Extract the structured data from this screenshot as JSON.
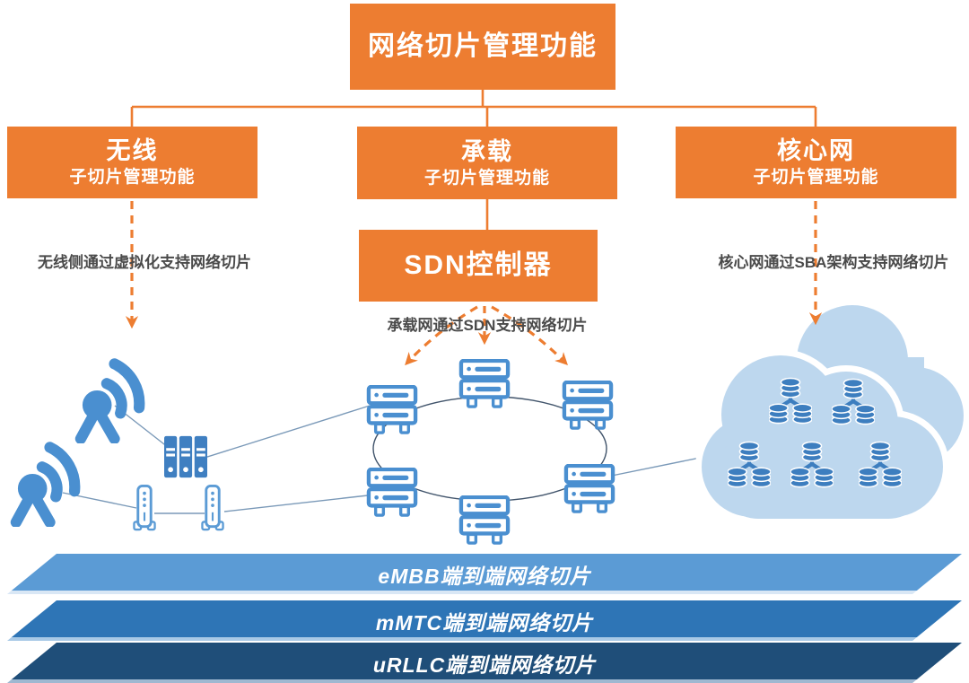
{
  "root": {
    "title": "网络切片管理功能"
  },
  "branches": [
    {
      "name": "无线",
      "subtitle": "子切片管理功能",
      "note": "无线侧通过虚拟化支持网络切片"
    },
    {
      "name": "承载",
      "subtitle": "子切片管理功能",
      "controller": "SDN控制器",
      "note": "承载网通过SDN支持网络切片"
    },
    {
      "name": "核心网",
      "subtitle": "子切片管理功能",
      "note": "核心网通过SBA架构支持网络切片"
    }
  ],
  "slices": [
    {
      "label": "eMBB端到端网络切片",
      "color": "#5B9BD5"
    },
    {
      "label": "mMTC端到端网络切片",
      "color": "#2E75B6"
    },
    {
      "label": "uRLLC端到端网络切片",
      "color": "#1F4E79"
    }
  ],
  "icons": {
    "wireless": [
      "antenna-icon",
      "antenna-icon",
      "binder-rack-icon",
      "tower-server-icon",
      "tower-server-icon"
    ],
    "bearer": [
      "server-icon",
      "server-icon",
      "server-icon",
      "server-icon",
      "server-icon",
      "server-icon",
      "ring-ellipse"
    ],
    "core": [
      "cloud-icon",
      "database-cluster-icon",
      "database-cluster-icon",
      "database-cluster-icon",
      "database-cluster-icon",
      "database-cluster-icon"
    ]
  },
  "colors": {
    "accent_orange": "#ED7D31",
    "icon_blue": "#4A8FD0",
    "cloud_blue": "#BDD7EE",
    "db_blue": "#3D7EBF",
    "note_text": "#4A4A4A",
    "link_line": "#7A99B8"
  }
}
